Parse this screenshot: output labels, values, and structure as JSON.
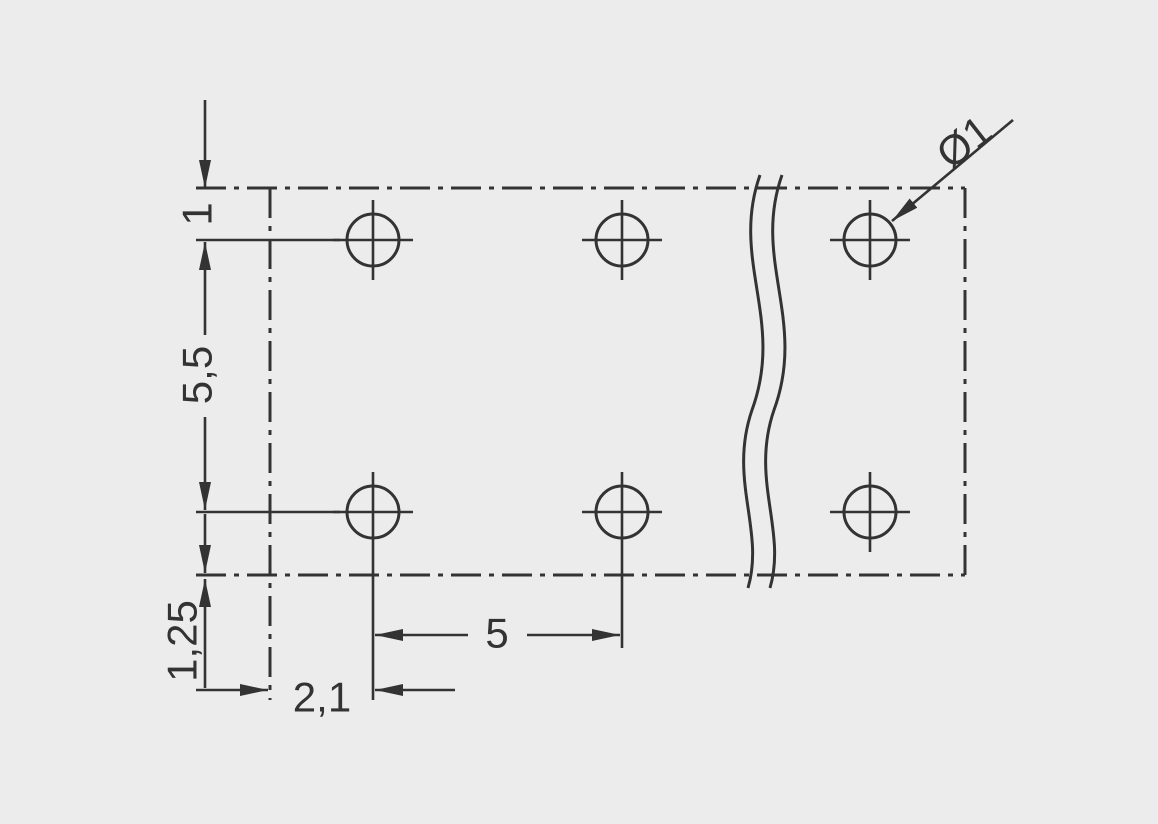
{
  "drawing": {
    "dimension_labels": {
      "edge_to_top_row": "1",
      "row_spacing": "5,5",
      "bottom_row_to_edge": "1,25",
      "left_edge_to_first_column": "2,1",
      "column_pitch": "5",
      "hole_diameter": "Ø1"
    }
  },
  "colors": {
    "background": "#ececec",
    "line": "#333333",
    "text": "#333333"
  }
}
